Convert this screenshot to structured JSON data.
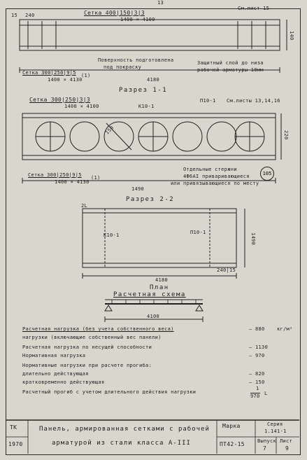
{
  "header": {
    "page_num": "13"
  },
  "section1": {
    "dim_15": "15",
    "dim_240": "240",
    "sheet_ref": "См.лист 15",
    "mesh_top": "Сетка 400|150|3|3",
    "mesh_top_sub": "1400 × 4100",
    "surface_note_1": "Поверхность подготовлена",
    "surface_note_2": "под покраску",
    "mesh_bot": "Сетка 300|250|9|5",
    "mesh_bot_sub": "1400 × 4130",
    "mesh_bot_num": "(1)",
    "protect_1": "Защитный слой до низа",
    "protect_2": "рабочей арматуры 10мм",
    "length": "4180",
    "height": "140",
    "title": "Разрез 1-1"
  },
  "section2": {
    "mesh_top": "Сетка 300|250|3|3",
    "mesh_top_sub": "1400 × 4100",
    "k10": "К10-1",
    "p10": "П10-1",
    "sheet_ref": "См.листы 13,14,16",
    "diameter": "159",
    "height": "220",
    "mesh_bot": "Сетка 300|250|9|5",
    "mesh_bot_sub": "1400 × 4130",
    "mesh_bot_num": "(1)",
    "note_1": "Отдельные стержни",
    "note_2": "4Ф6АI приваривающиеся",
    "note_3": "или привязывающиеся по месту",
    "circle": "105",
    "width": "1490",
    "title": "Разрез 2-2"
  },
  "plan": {
    "dim_2l": "2L",
    "k10": "К10-1",
    "p10": "П10-1",
    "dim_1490": "1490",
    "dim_4180": "4180",
    "dim_240_15": "240|15",
    "title": "План"
  },
  "scheme": {
    "title": "Расчетная схема",
    "span": "4100"
  },
  "loads": {
    "l1": "Расчетная нагрузка (без учета собственного веса)",
    "v1": "— 880",
    "u1": "кг/м²",
    "l1b": "нагрузки (включающие собственный вес панели)",
    "l2": "Расчетная нагрузка по несущей способности",
    "v2": "— 1130",
    "l3": "Нормативная нагрузка",
    "v3": "— 970",
    "l4": "Нормативные нагрузки при расчете прогиба:",
    "l5": "длительно действующая",
    "v5": "— 820",
    "l6": "кратковременно действующая",
    "v6": "— 150",
    "l7": "Расчетный прогиб с учетом длительного действия нагрузки",
    "v7a": "1",
    "v7b": "970",
    "l7u": "L"
  },
  "titleblock": {
    "tk": "ТК",
    "year": "1970",
    "name_1": "Панель, армированная сетками с рабочей",
    "name_2": "арматурой из стали класса А-III",
    "marka_lbl": "Марка",
    "marka": "ПТ42-15",
    "series_lbl": "Серия",
    "series": "1.141-1",
    "issue_lbl": "Выпуск",
    "issue": "7",
    "sheet_lbl": "Лист",
    "sheet": "9"
  }
}
